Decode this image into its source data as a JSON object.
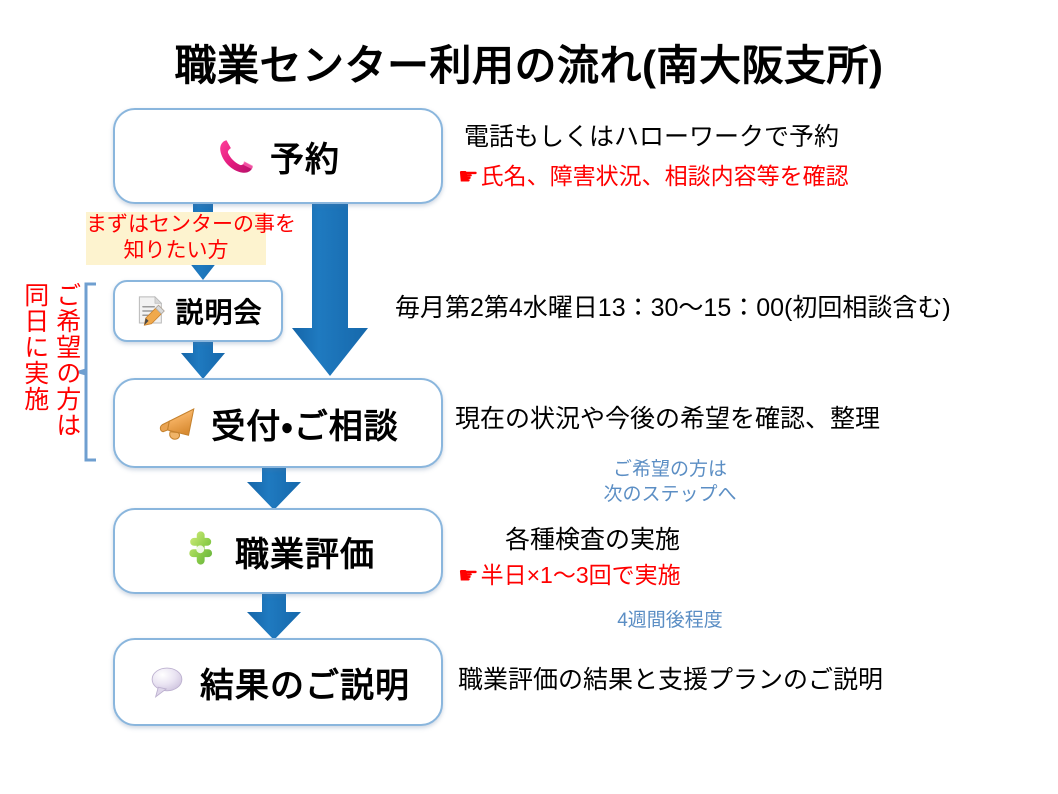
{
  "title": "職業センター利用の流れ(南大阪支所)",
  "steps": [
    {
      "id": "reservation",
      "label": "予約",
      "icon": "telephone-icon"
    },
    {
      "id": "briefing",
      "label": "説明会",
      "icon": "memo-pencil-icon"
    },
    {
      "id": "reception",
      "label": "受付・ご相談",
      "icon": "megaphone-icon"
    },
    {
      "id": "assessment",
      "label": "職業評価",
      "icon": "puzzle-piece-icon"
    },
    {
      "id": "results",
      "label": "結果のご説明",
      "icon": "speech-bubble-icon"
    }
  ],
  "descriptions": {
    "reservation_main": "電話もしくはハローワークで予約",
    "reservation_note": "氏名、障害状況、相談内容等を確認",
    "briefing_main": "毎月第2第4水曜日13：30〜15：00(初回相談含む)",
    "reception_main": "現在の状況や今後の希望を確認、整理",
    "assessment_main": "各種検査の実施",
    "assessment_note": "半日×1〜3回で実施",
    "results_main": "職業評価の結果と支援プランのご説明"
  },
  "annotations": {
    "branch_highlight_line1": "まずはセンターの事を",
    "branch_highlight_line2": "知りたい方",
    "same_day_line1": "ご希望の方は",
    "same_day_line2": "同日に実施",
    "next_step_line1": "ご希望の方は",
    "next_step_line2": "次のステップへ",
    "four_weeks": "4週間後程度"
  },
  "pointer_glyph": "☛",
  "colors": {
    "box_border": "#8ab6dd",
    "arrow_blue": "#1f7ac0",
    "bracket_blue": "#6f9fd0",
    "red_text": "#ff0000",
    "blue_note": "#5b8ec4",
    "highlight_bg": "#fdf3cf",
    "title_text": "#000000"
  }
}
